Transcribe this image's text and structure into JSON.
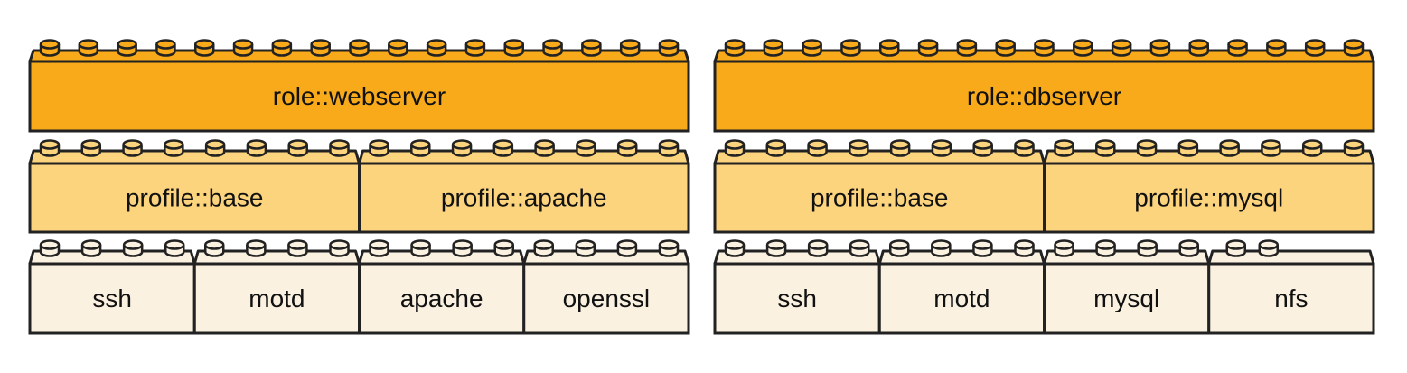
{
  "colors": {
    "role": "#F8AA1B",
    "profile": "#FDD47E",
    "component": "#FAF1E0",
    "outline": "#222222",
    "text": "#111111"
  },
  "stacks": [
    {
      "role": "role::webserver",
      "profiles": [
        "profile::base",
        "profile::apache"
      ],
      "components": [
        "ssh",
        "motd",
        "apache",
        "openssl"
      ]
    },
    {
      "role": "role::dbserver",
      "profiles": [
        "profile::base",
        "profile::mysql"
      ],
      "components": [
        "ssh",
        "motd",
        "mysql",
        "nfs"
      ]
    }
  ]
}
